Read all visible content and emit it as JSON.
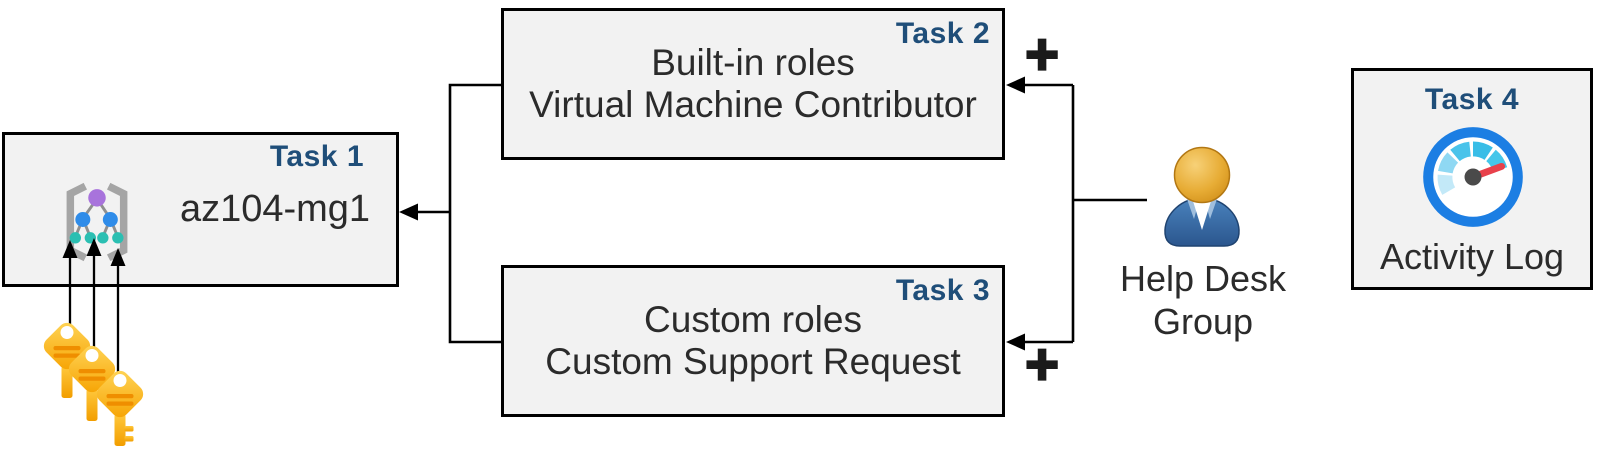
{
  "tasks": {
    "task1": {
      "label": "Task 1",
      "name": "az104-mg1"
    },
    "task2": {
      "label": "Task 2",
      "line1": "Built-in roles",
      "line2": "Virtual Machine Contributor"
    },
    "task3": {
      "label": "Task 3",
      "line1": "Custom roles",
      "line2": "Custom Support Request"
    },
    "task4": {
      "label": "Task 4",
      "caption": "Activity Log"
    }
  },
  "actor": {
    "line1": "Help Desk",
    "line2": "Group"
  },
  "plus_symbol": "+",
  "icons": {
    "task1_icon": "management-group-icon",
    "task4_icon": "activity-log-gauge-icon",
    "actor_icon": "user-person-icon",
    "keys_icon": "access-keys-icon"
  },
  "colors": {
    "task_label_blue": "#1F4E79",
    "box_fill": "#F2F2F2",
    "box_border": "#000000",
    "body_text": "#2B2B2B",
    "connector_black": "#000000",
    "key_gold": "#FFC93C",
    "key_stripe_orange": "#EF8E00",
    "gauge_ring_blue": "#1C7EE3",
    "gauge_needle_red": "#E8414B",
    "gauge_segment_cyan": "#49C3EA",
    "person_body_blue": "#3E77B5",
    "person_head_gold": "#DD9A22",
    "mg_node_purple": "#A873DC",
    "mg_node_blue": "#2F8CE9",
    "mg_node_teal": "#2BBFB2",
    "bracket_gray": "#A5A5A5"
  }
}
